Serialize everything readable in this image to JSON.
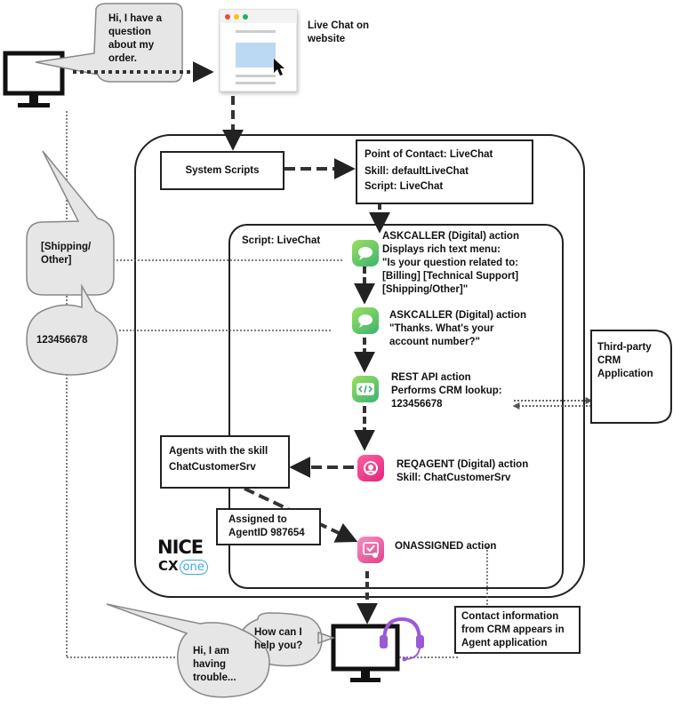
{
  "customer_bubble": {
    "lines": [
      "Hi, I have a",
      "question",
      "about my",
      "order."
    ]
  },
  "live_chat": {
    "lines": [
      "Live Chat on",
      "website"
    ]
  },
  "system_scripts": "System Scripts",
  "poc": {
    "lines": [
      "Point of Contact: LiveChat",
      "Skill: defaultLiveChat",
      "Script: LiveChat"
    ]
  },
  "script_label": "Script: LiveChat",
  "reply_shipping": {
    "lines": [
      "[Shipping/",
      "Other]"
    ]
  },
  "reply_account": "123456678",
  "actions": {
    "askcaller1": [
      "ASKCALLER (Digital) action",
      "Displays rich text menu:",
      "\"Is your question related to:",
      "[Billing] [Technical Support]",
      "[Shipping/Other]\""
    ],
    "askcaller2": [
      "ASKCALLER (Digital) action",
      "\"Thanks. What's your",
      "account number?\""
    ],
    "restapi": [
      "REST API action",
      "Performs CRM lookup:",
      "123456678"
    ],
    "reqagent": [
      "REQAGENT (Digital) action",
      "Skill: ChatCustomerSrv"
    ],
    "onassigned": "ONASSIGNED action"
  },
  "crm": {
    "lines": [
      "Third-party",
      "CRM",
      "Application"
    ]
  },
  "agents_box": {
    "lines": [
      "Agents with the skill",
      "ChatCustomerSrv"
    ]
  },
  "assigned_box": {
    "lines": [
      "Assigned to",
      "AgentID 987654"
    ]
  },
  "contact_info": {
    "lines": [
      "Contact information",
      "from CRM appears in",
      "Agent application"
    ]
  },
  "agent_bubble": {
    "lines": [
      "How can I",
      "help you?"
    ]
  },
  "customer_bubble2": {
    "lines": [
      "Hi, I am",
      "having",
      "trouble..."
    ]
  },
  "logo": {
    "brand": "NICE",
    "product_cx": "CX",
    "product_one": "one"
  },
  "colors": {
    "line": "#222222",
    "bubble_fill": "#e6e6e6",
    "screen_fill": "#ffffff",
    "headset": "#9b59d6"
  }
}
